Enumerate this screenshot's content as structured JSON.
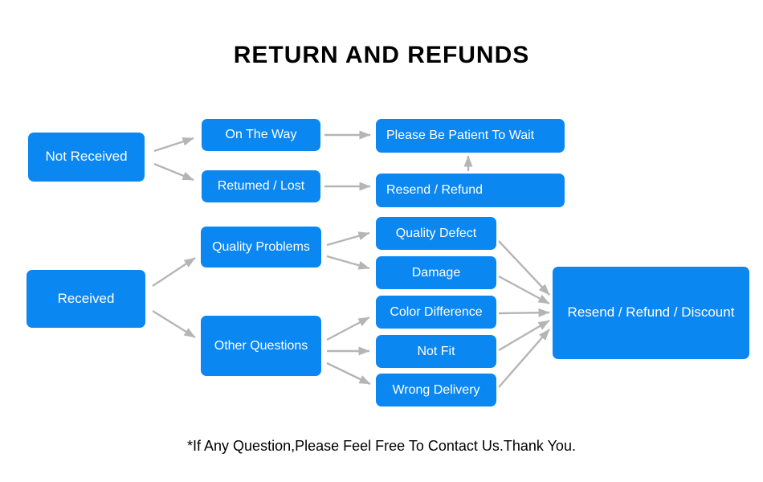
{
  "title": "RETURN AND REFUNDS",
  "footer": "*If Any Question,Please Feel Free To Contact Us.Thank You.",
  "colors": {
    "box_blue": "#0b87f2",
    "arrow_gray": "#b5b5b5",
    "box_text": "#ffffff",
    "title_text": "#000000"
  },
  "nodes": {
    "not_received": {
      "label": "Not Received"
    },
    "on_the_way": {
      "label": "On The Way"
    },
    "returned_lost": {
      "label": "Retumed / Lost"
    },
    "please_be_patient": {
      "label": "Please Be Patient To Wait"
    },
    "resend_refund": {
      "label": "Resend / Refund"
    },
    "received": {
      "label": "Received"
    },
    "quality_problems": {
      "label": "Quality Problems"
    },
    "quality_defect": {
      "label": "Quality Defect"
    },
    "damage": {
      "label": "Damage"
    },
    "other_questions": {
      "label": "Other Questions"
    },
    "color_difference": {
      "label": "Color Difference"
    },
    "not_fit": {
      "label": "Not Fit"
    },
    "wrong_delivery": {
      "label": "Wrong Delivery"
    },
    "resend_refund_discount": {
      "label": "Resend / Refund / Discount"
    }
  },
  "edges": [
    {
      "from": "not_received",
      "to": "on_the_way"
    },
    {
      "from": "not_received",
      "to": "returned_lost"
    },
    {
      "from": "on_the_way",
      "to": "please_be_patient"
    },
    {
      "from": "returned_lost",
      "to": "resend_refund"
    },
    {
      "from": "resend_refund",
      "to": "please_be_patient"
    },
    {
      "from": "received",
      "to": "quality_problems"
    },
    {
      "from": "received",
      "to": "other_questions"
    },
    {
      "from": "quality_problems",
      "to": "quality_defect"
    },
    {
      "from": "quality_problems",
      "to": "damage"
    },
    {
      "from": "other_questions",
      "to": "color_difference"
    },
    {
      "from": "other_questions",
      "to": "not_fit"
    },
    {
      "from": "other_questions",
      "to": "wrong_delivery"
    },
    {
      "from": "quality_defect",
      "to": "resend_refund_discount"
    },
    {
      "from": "damage",
      "to": "resend_refund_discount"
    },
    {
      "from": "color_difference",
      "to": "resend_refund_discount"
    },
    {
      "from": "not_fit",
      "to": "resend_refund_discount"
    },
    {
      "from": "wrong_delivery",
      "to": "resend_refund_discount"
    }
  ]
}
